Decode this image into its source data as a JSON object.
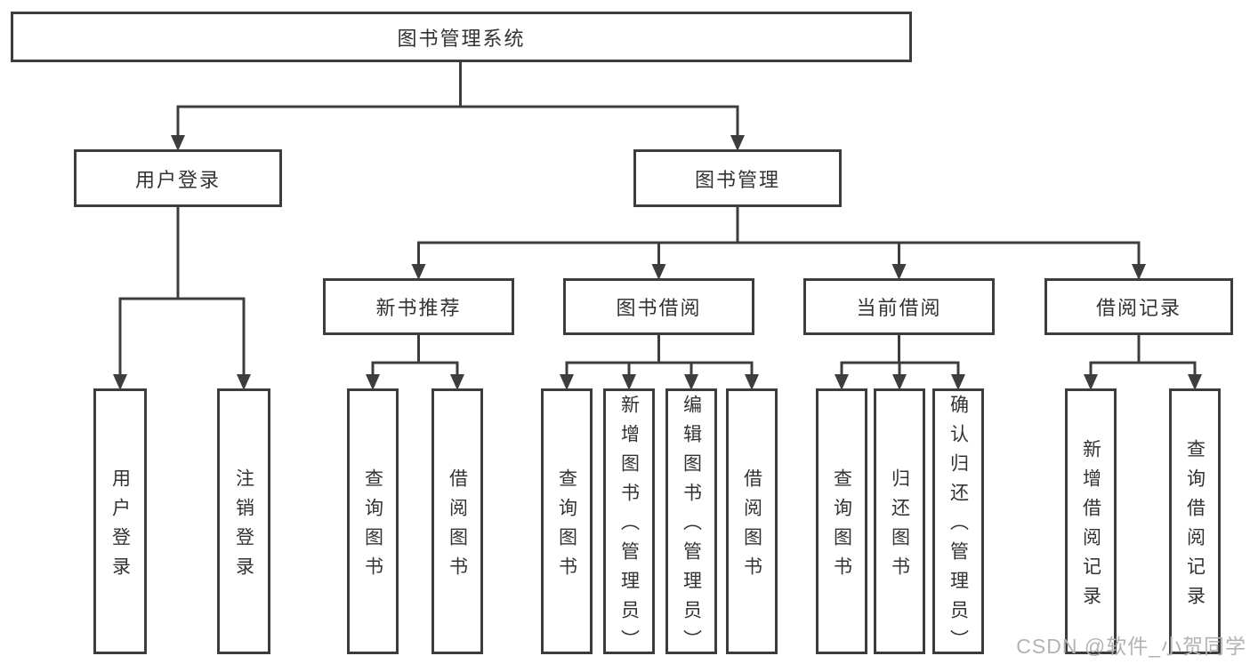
{
  "tree": {
    "label": "图书管理系统",
    "children": [
      {
        "label": "用户登录",
        "children": [
          {
            "label": "用户登录"
          },
          {
            "label": "注销登录"
          }
        ]
      },
      {
        "label": "图书管理",
        "children": [
          {
            "label": "新书推荐",
            "children": [
              {
                "label": "查询图书"
              },
              {
                "label": "借阅图书"
              }
            ]
          },
          {
            "label": "图书借阅",
            "children": [
              {
                "label": "查询图书"
              },
              {
                "label": "新增图书（管理员）"
              },
              {
                "label": "编辑图书（管理员）"
              },
              {
                "label": "借阅图书"
              }
            ]
          },
          {
            "label": "当前借阅",
            "children": [
              {
                "label": "查询图书"
              },
              {
                "label": "归还图书"
              },
              {
                "label": "确认归还（管理员）"
              }
            ]
          },
          {
            "label": "借阅记录",
            "children": [
              {
                "label": "新增借阅记录"
              },
              {
                "label": "查询借阅记录"
              }
            ]
          }
        ]
      }
    ]
  },
  "watermark": {
    "text": "CSDN @软件_小贺同学"
  },
  "colors": {
    "line": "#3d3d3d",
    "box_border": "#3d3d3d",
    "box_fill": "#ffffff",
    "text": "#333333",
    "background": "#ffffff",
    "watermark": "#b3b3b3"
  }
}
